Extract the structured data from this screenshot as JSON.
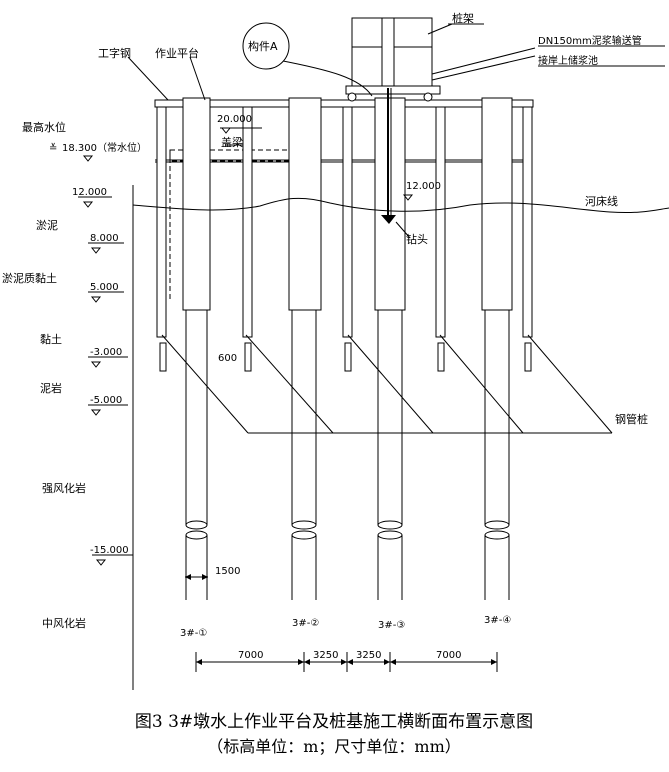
{
  "labels": {
    "i_beam": "工字钢",
    "platform": "作业平台",
    "component_a": "构件A",
    "pile_frame": "桩架",
    "slurry_pipe": "DN150mm泥浆输送管",
    "slurry_pond": "接岸上储浆池",
    "highest_water": "最高水位",
    "normal_water": "18.300（常水位）",
    "cap_elev": "20.000",
    "cap_beam": "盖梁",
    "river_left": "12.000",
    "river_right": "12.000",
    "river_line": "河床线",
    "drill_head": "钻头",
    "dim_600": "600",
    "steel_pipe_pile": "钢管桩",
    "dim_1500": "1500"
  },
  "strata": [
    {
      "name": "淤泥",
      "elev": "8.000"
    },
    {
      "name": "淤泥质黏土",
      "elev": "5.000"
    },
    {
      "name": "黏土",
      "elev": "-3.000"
    },
    {
      "name": "泥岩",
      "elev": "-5.000"
    },
    {
      "name": "强风化岩",
      "elev": "-15.000"
    },
    {
      "name": "中风化岩",
      "elev": ""
    }
  ],
  "piles": [
    "3#-①",
    "3#-②",
    "3#-③",
    "3#-④"
  ],
  "spacings": [
    "7000",
    "3250",
    "3250",
    "7000"
  ],
  "caption": {
    "line1": "图3 3#墩水上作业平台及桩基施工横断面布置示意图",
    "line2": "（标高单位：m；尺寸单位：mm）"
  }
}
